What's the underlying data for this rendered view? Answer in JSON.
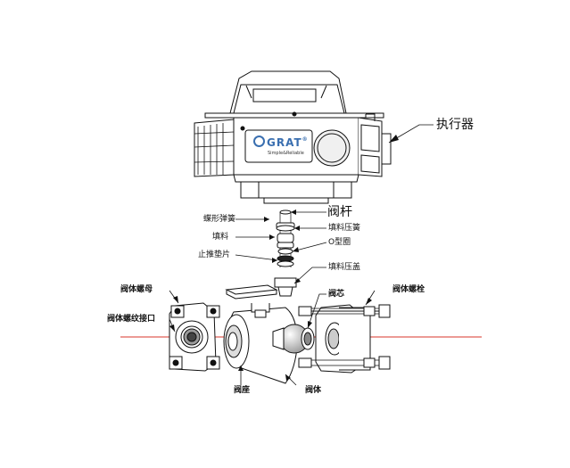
{
  "brand": {
    "name": "GRAT",
    "registered": "®",
    "tagline": "Simple&Reliable",
    "logo_color": "#3a6fb0"
  },
  "labels": {
    "actuator": "执行器",
    "stem": "阀杆",
    "disc_spring": "蝶形弹簧",
    "packing": "填料",
    "packing_gland_spring": "填料压簧",
    "o_ring": "O型圈",
    "thrust_washer": "止推垫片",
    "packing_gland": "填料压盖",
    "body_nut": "阀体螺母",
    "ball_core": "阀芯",
    "body_bolt": "阀体螺栓",
    "body_thread_port": "阀体螺纹接口",
    "seat": "阀座",
    "body": "阀体"
  },
  "colors": {
    "line": "#111111",
    "axis": "#d9342b",
    "shade": "#e6e6e6"
  }
}
